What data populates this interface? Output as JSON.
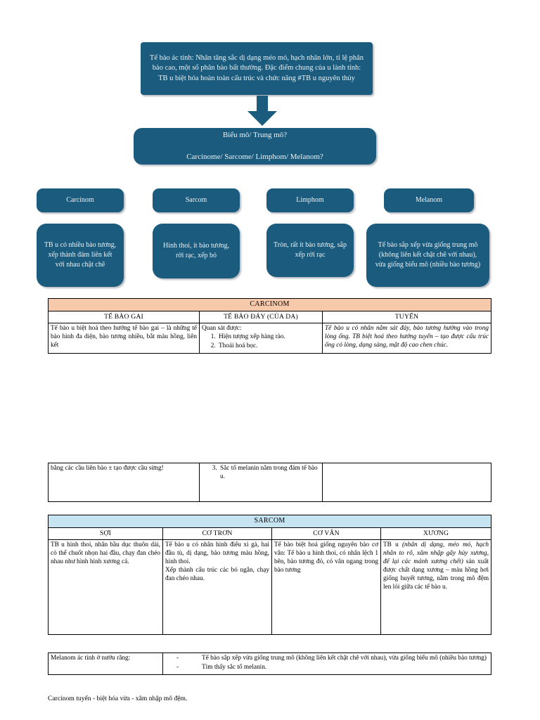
{
  "theme": {
    "node_fill": "#1B5C7E",
    "node_text": "#EAF2F6",
    "carcinom_header_fill": "#F6C9AB",
    "sarcom_header_fill": "#C6E3F1",
    "page_background": "#FFFFFF",
    "table_border": "#000000"
  },
  "flowchart": {
    "root_box": "Tế bào ác tính: Nhân tăng sắc dị dạng méo mó, hạch nhân lớn, tỉ lệ phân bào cao, một số phân bào bất thường. Đặc điểm chung của u lành tính: TB u biệt hóa hoàn toàn cấu trúc và chức năng #TB u nguyên thủy",
    "question_box_line1": "Biểu mô/ Trung mô?",
    "question_box_line2": "Carcinome/ Sarcome/ Limphom/ Melanom?",
    "categories": [
      {
        "title": "Carcinom",
        "description": "TB u có nhiều bào tương, xếp thành đám liên kết với nhau chặt chẽ"
      },
      {
        "title": "Sarcom",
        "description": "Hình thoi, ít bào tương, rời rạc, xếp bó"
      },
      {
        "title": "Limphom",
        "description": "Tròn, rất ít bào tương, sắp xếp rời rạc"
      },
      {
        "title": "Melanom",
        "description": "Tế bào sắp xếp vừa giống trung mô (không liên kết chặt chẽ với nhau), vừa giống biểu mô (nhiều bào tương)"
      }
    ]
  },
  "carcinom_table": {
    "title": "CARCINOM",
    "columns": [
      "TẾ BÀO GAI",
      "TẾ BÀO ĐÁY (CỦA DA)",
      "TUYẾN"
    ],
    "row_top": {
      "te_bao_gai": "Tế bào u biệt hoá theo hướng tế bào gai – là những tế bào hình đa diện, bào tương nhiều, bắt màu hồng, liên kết",
      "te_bao_day_intro": "Quan sát được:",
      "te_bao_day_items": [
        "Hiện tượng xếp hàng rào.",
        "Thoái hoá bọc."
      ],
      "tuyen": "Tế bào u có nhân nằm sát đáy, bào tương hướng vào trong lòng ống. TB biệt hoá theo hướng tuyến – tạo được cấu trúc ống có lòng, dạng sàng, mật độ cao chen chúc."
    },
    "row_bottom": {
      "te_bao_gai": "bằng các cầu liên bào ± tạo được cầu sừng!",
      "te_bao_day_items": [
        "Sắc tố melanin nằm trong đám tế bào u."
      ],
      "tuyen": ""
    }
  },
  "sarcom_table": {
    "title": "SARCOM",
    "columns": [
      "SỢI",
      "CƠ TRƠN",
      "CƠ VÂN",
      "XƯƠNG"
    ],
    "cells": {
      "soi": "TB u hình thoi, nhân bầu dục thuôn dài, có thể chuốt nhọn hai đầu, chạy đan chéo nhau như hình hình xương cá.",
      "co_tron_p1": "Tế bào u có nhân hình điếu xì gà, hai đầu tù, dị dạng, bào tương màu hồng, hình thoi.",
      "co_tron_p2": "Xếp thành cấu trúc các bó ngắn, chạy đan chéo nhau.",
      "co_van": "Tế bào biệt hoá giống nguyên bào cơ vân: Tế bào u hình thoi, có nhân lệch 1 bên, bào tương đỏ, có vân ngang trong bào tương",
      "xuong_pre": "TB u ",
      "xuong_italic": "(nhân dị dạng, méo mó, hạch nhân to rõ, xâm nhập gây hủy xương, để lại các mảnh xương chết)",
      "xuong_post": " sản xuất được chất dạng xương – màu hồng hơi giống huyết tương, nằm trong mô đệm len lỏi giữa các tế bào u."
    }
  },
  "melanom_table": {
    "label": "Melanom ác tính ở nướu răng:",
    "items": [
      "Tế bào sắp xếp vừa giống trung mô (không liên kết chặt chẽ với nhau), vừa giống biểu mô (nhiều bào tương)",
      "Tìm thấy sắc tố melanin."
    ],
    "dash": "-"
  },
  "footer": {
    "note": "Carcinom tuyến - biệt hóa vừa - xâm nhập mô đệm."
  }
}
